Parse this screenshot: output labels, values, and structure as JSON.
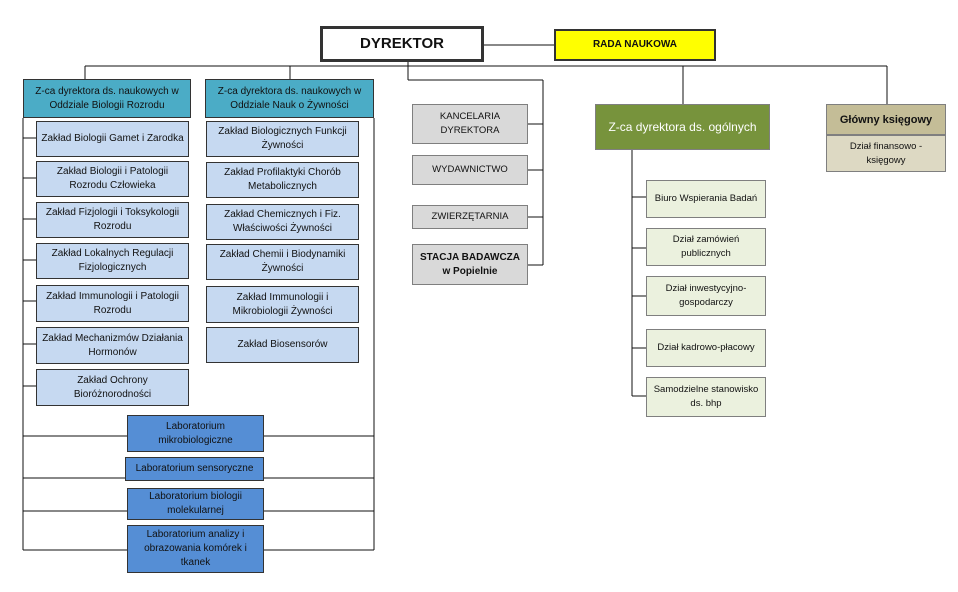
{
  "director": "DYREKTOR",
  "rada": "RADA NAUKOWA",
  "left_branch": {
    "head": "Z-ca dyrektora ds. naukowych w Oddziale Biologii  Rozrodu",
    "units": [
      "Zakład Biologii Gamet i Zarodka",
      "Zakład Biologii i Patologii Rozrodu Człowieka",
      "Zakład Fizjologii i Toksykologii Rozrodu",
      "Zakład Lokalnych Regulacji Fizjologicznych",
      "Zakład Immunologii i Patologii Rozrodu",
      "Zakład Mechanizmów Działania Hormonów",
      "Zakład Ochrony Bioróżnorodności"
    ]
  },
  "food_branch": {
    "head": "Z-ca dyrektora ds. naukowych w Oddziale Nauk o Żywności",
    "units": [
      "Zakład Biologicznych Funkcji Żywności",
      "Zakład Profilaktyki Chorób Metabolicznych",
      "Zakład Chemicznych i Fiz. Właściwości Żywności",
      "Zakład Chemii i Biodynamiki Żywności",
      "Zakład Immunologii i Mikrobiologii Żywności",
      "Zakład Biosensorów"
    ]
  },
  "labs": [
    "Laboratorium mikrobiologiczne",
    "Laboratorium sensoryczne",
    "Laboratorium biologii molekularnej",
    "Laboratorium analizy i obrazowania komórek i tkanek"
  ],
  "direct_units": [
    "KANCELARIA DYREKTORA",
    "WYDAWNICTWO",
    "ZWIERZĘTARNIA",
    "STACJA BADAWCZA w Popielnie"
  ],
  "general_branch": {
    "head": "Z-ca dyrektora ds. ogólnych",
    "units": [
      "Biuro Wspierania Badań",
      "Dział zamówień publicznych",
      "Dział inwestycyjno-gospodarczy",
      "Dział kadrowo-płacowy",
      "Samodzielne stanowisko ds. bhp"
    ]
  },
  "accountant": {
    "head": "Główny księgowy",
    "units": [
      "Dział finansowo - księgowy"
    ]
  },
  "colors": {
    "rada": "#ffff00",
    "deputy_science": "#4bacc6",
    "science_unit": "#c6d9f1",
    "lab": "#558ed5",
    "direct_unit": "#d9d9d9",
    "deputy_general": "#77933c",
    "general_unit": "#ebf1de",
    "accountant_head": "#c4bd97",
    "accountant_unit": "#ddd9c3"
  }
}
